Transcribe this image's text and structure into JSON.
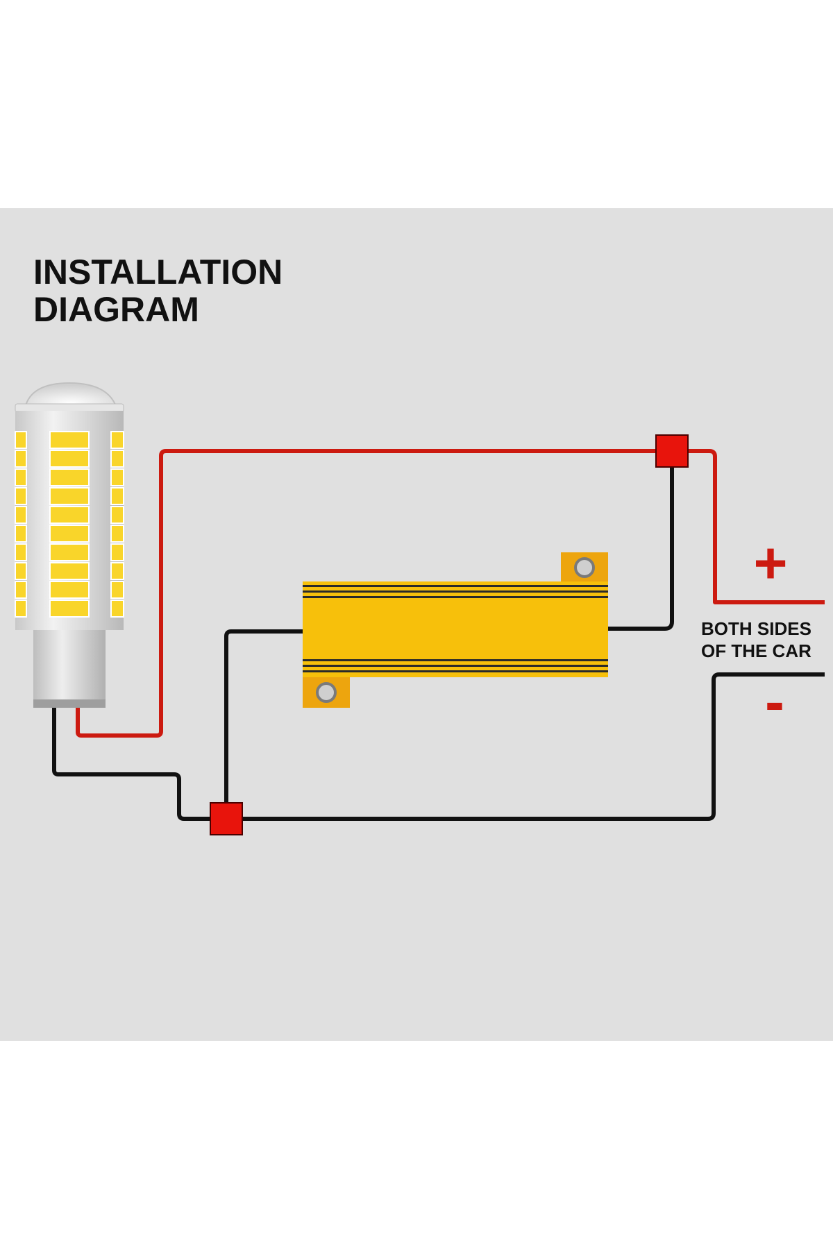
{
  "title": {
    "line1": "INSTALLATION",
    "line2": "DIAGRAM"
  },
  "note": {
    "line1": "BOTH SIDES",
    "line2": "OF THE CAR"
  },
  "terminals": {
    "positive": "+",
    "negative": "-"
  },
  "colors": {
    "panel_background": "#e0e0e0",
    "positive_wire": "#cc1a10",
    "negative_wire": "#111111",
    "connector": "#e8140c",
    "resistor_body": "#f7c00b",
    "resistor_tab": "#eda50e",
    "led_chip": "#f9d52a",
    "bulb_body": "#d9d9d9"
  },
  "icons": {
    "bulb": "led-bulb-icon",
    "resistor": "load-resistor-icon",
    "connector": "splice-connector-icon"
  }
}
